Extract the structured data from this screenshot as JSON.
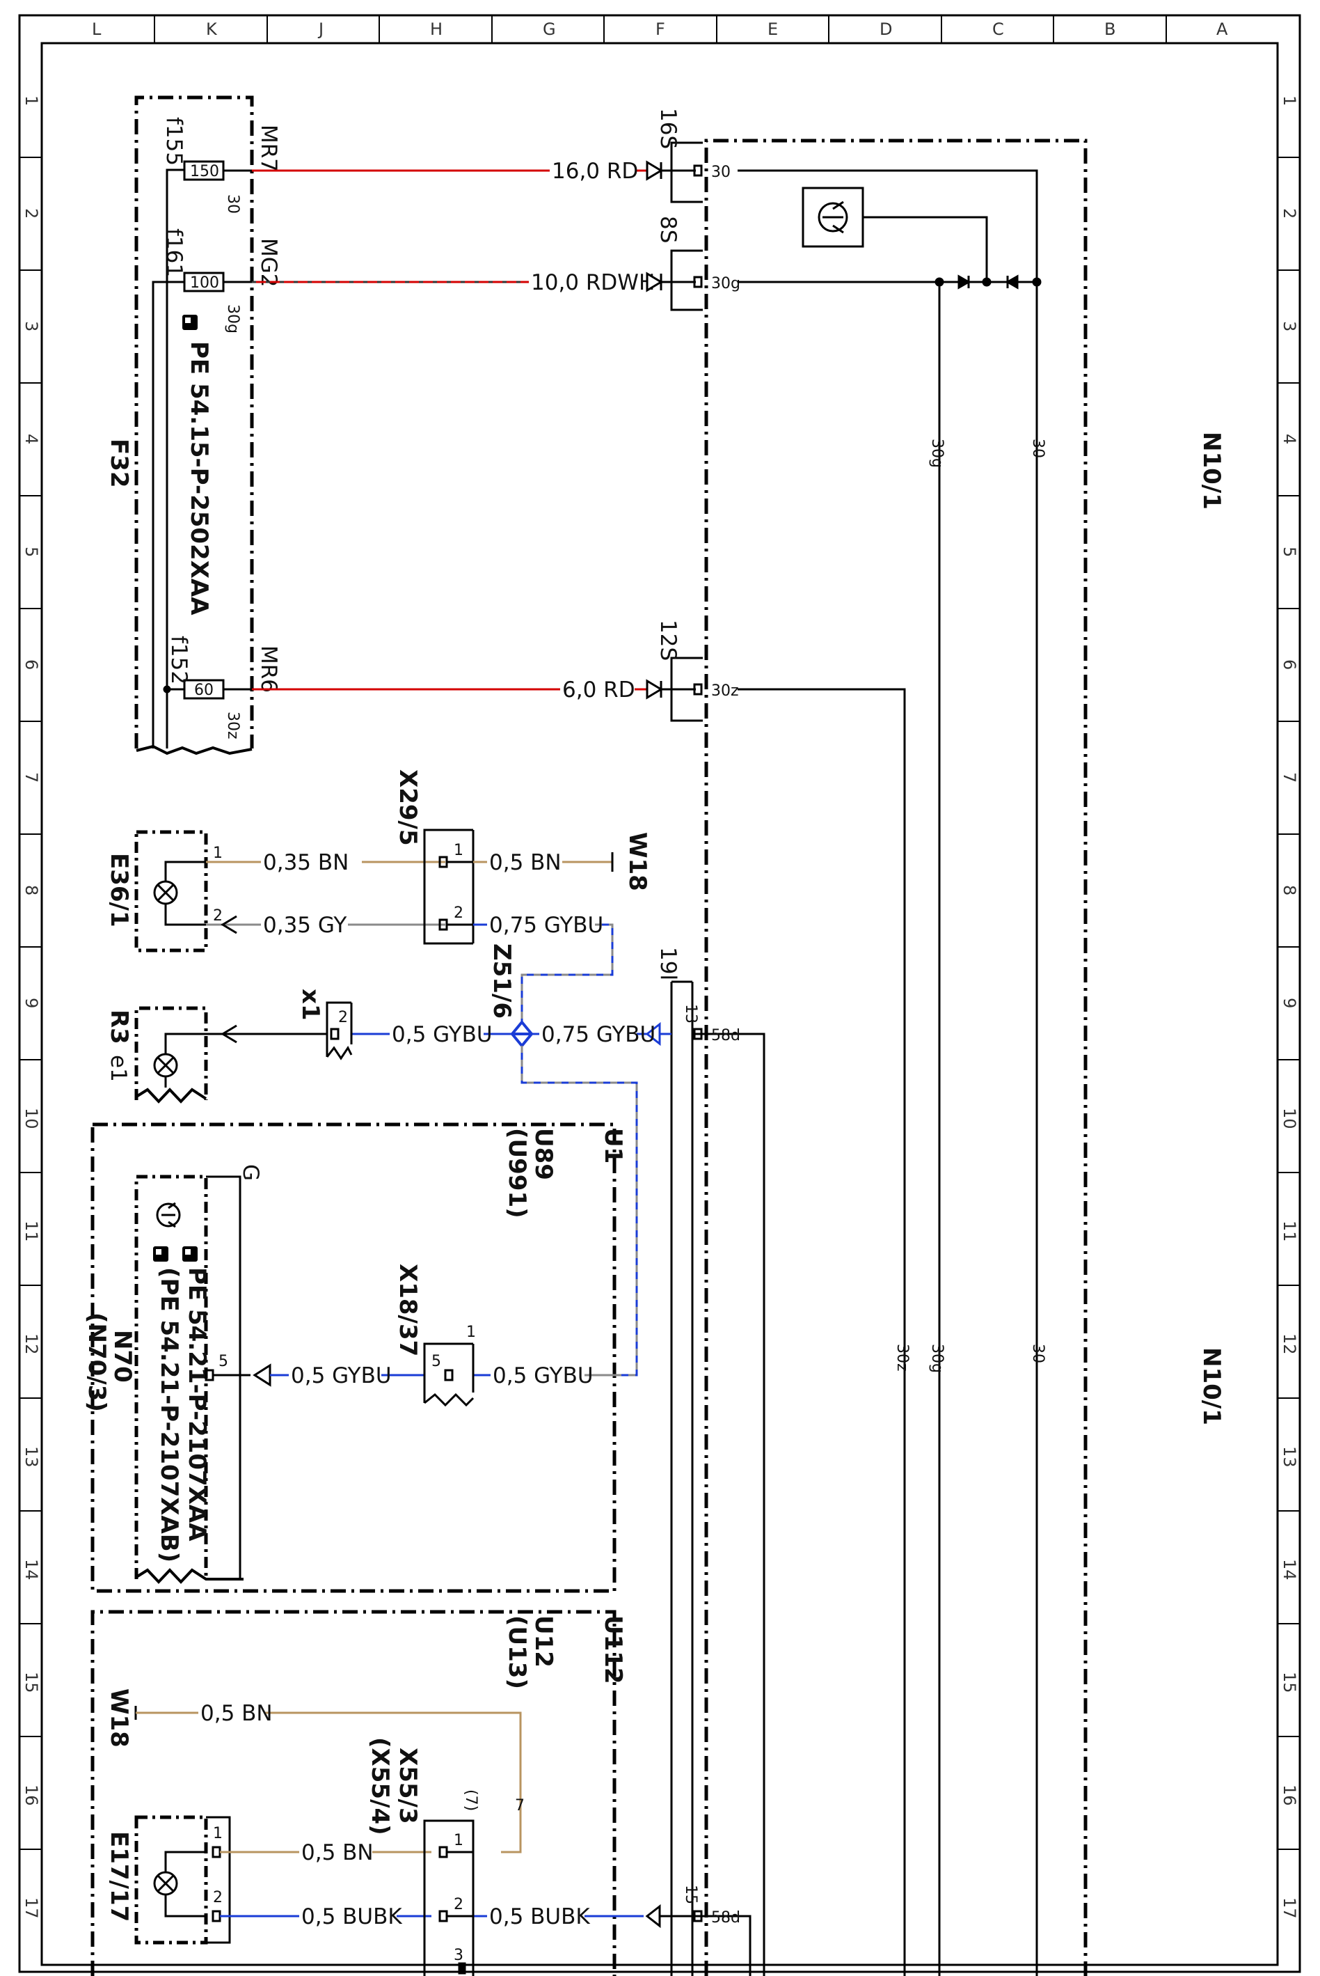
{
  "grid": {
    "top_letters": [
      "L",
      "K",
      "J",
      "H",
      "G",
      "F",
      "E",
      "D",
      "C",
      "B",
      "A"
    ],
    "row_numbers": [
      "1",
      "2",
      "3",
      "4",
      "5",
      "6",
      "7",
      "8",
      "9",
      "10",
      "11",
      "12",
      "13",
      "14",
      "15",
      "16",
      "17"
    ]
  },
  "colors": {
    "RD": "#d40000",
    "BN": "#b89460",
    "GY": "#8a8a8a",
    "BU": "#1a3cd6",
    "BK": "#000000",
    "frame": "#000000"
  },
  "components": {
    "f32": "F32",
    "f32_ref": "PE 54.15-P-2502XAA",
    "n10_1_top": "N10/1",
    "n10_1_bottom": "N10/1",
    "e36_1": "E36/1",
    "r3": "R3",
    "r3_sub": "e1",
    "x29_5": "X29/5",
    "z51_6": "Z51/6",
    "w18_a": "W18",
    "w18_b": "W18",
    "x1": "x1",
    "u1": "U1",
    "u89": "U89",
    "u991": "(U991)",
    "x18_37": "X18/37",
    "n70": "N70",
    "n70_3": "(N70/3)",
    "n70_ref1": "PE 54.21-P-2107XAA",
    "n70_ref2": "(PE 54.21-P-2107XAB)",
    "g_label": "G",
    "u112": "U112",
    "u12": "U12",
    "u13": "(U13)",
    "x55_3": "X55/3",
    "x55_4": "(X55/4)",
    "e17_17": "E17/17"
  },
  "fuses": [
    {
      "name": "f155",
      "rating": "150",
      "terminal": "30",
      "circuit": "MR7"
    },
    {
      "name": "f161",
      "rating": "100",
      "terminal": "30g",
      "circuit": "MG2"
    },
    {
      "name": "f152",
      "rating": "60",
      "terminal": "30z",
      "circuit": "MR6"
    }
  ],
  "wires": {
    "w1": "16,0 RD",
    "w2": "10,0 RDWH",
    "w3": "6,0 RD",
    "w4": "0,35 BN",
    "w5": "0,5 BN",
    "w6": "0,35 GY",
    "w7": "0,75 GYBU",
    "w8": "0,5 GYBU",
    "w9": "0,75 GYBU",
    "w10": "0,5 GYBU",
    "w11": "0,5 GYBU",
    "w12": "0,5 BN",
    "w13": "0,5 BN",
    "w14": "0,5 BUBK",
    "w15": "0,5 BUBK"
  },
  "pins": {
    "c16s": "16S",
    "c8s": "8S",
    "c12s": "12S",
    "c19l": "19l",
    "p30": "30",
    "p30g": "30g",
    "p30z": "30z",
    "p58d_a": "58d",
    "p58d_b": "58d",
    "p13": "13",
    "p15": "15",
    "e36_p1": "1",
    "e36_p2": "2",
    "x29_p1a": "1",
    "x29_p1b": "1",
    "x29_p2a": "2",
    "x29_p2b": "2",
    "x1_p": "2",
    "n70_p": "5",
    "x18_pa": "5",
    "x18_pb": "1",
    "e17_p1": "1",
    "e17_p2": "2",
    "x55_p1a": "1",
    "x55_p1b": "1",
    "x55_p2a": "2",
    "x55_p2b": "2",
    "x55_p3": "3",
    "x55_p7": "7",
    "x55_p7b": "(7)",
    "bus_30": "30",
    "bus_30g": "30g",
    "bus_30b": "30",
    "bus_30gb": "30g",
    "bus_30z": "30z"
  }
}
